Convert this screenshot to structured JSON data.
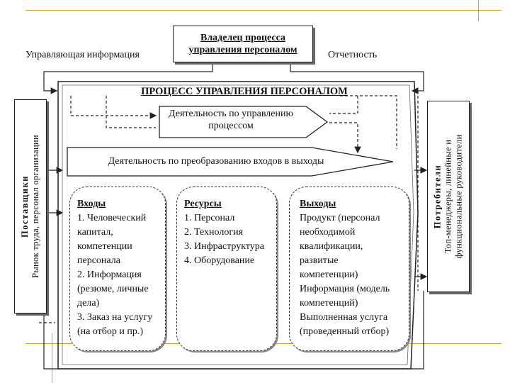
{
  "owner": {
    "line1": "Владелец процесса",
    "line2": "управления персоналом"
  },
  "labels": {
    "management_info": "Управляющая информация",
    "reporting": "Отчетность"
  },
  "suppliers": {
    "title": "Поставщики",
    "text": "Рынок труда, персонал организации"
  },
  "consumers": {
    "title": "Потребители",
    "line1": "Топ-менеджеры, линейные и",
    "line2": "функциональные руководители"
  },
  "process": {
    "title": "ПРОЦЕСС УПРАВЛЕНИЯ ПЕРСОНАЛОМ",
    "management_activity": {
      "line1": "Деятельность по управлению",
      "line2": "процессом"
    },
    "transformation_activity": "Деятельность по преобразованию входов в выходы"
  },
  "cards": {
    "inputs": {
      "title": "Входы",
      "lines": [
        "1. Человеческий",
        "капитал,",
        "компетенции",
        "персонала",
        "2. Информация",
        "(резюме, личные",
        "дела)",
        "3. Заказ на услугу",
        "(на отбор и пр.)"
      ]
    },
    "resources": {
      "title": "Ресурсы",
      "lines": [
        "1. Персонал",
        "2. Технология",
        "3. Инфраструктура",
        "4. Оборудование"
      ]
    },
    "outputs": {
      "title": "Выходы",
      "lines": [
        "Продукт (персонал",
        "необходимой",
        "квалификации,",
        "развитые",
        "компетенции)",
        "Информация (модель",
        "компетенций)",
        "Выполненная услуга",
        "(проведенный отбор)"
      ]
    }
  },
  "colors": {
    "accent_lines": "#c9a227",
    "border": "#222222",
    "background": "#ffffff"
  }
}
